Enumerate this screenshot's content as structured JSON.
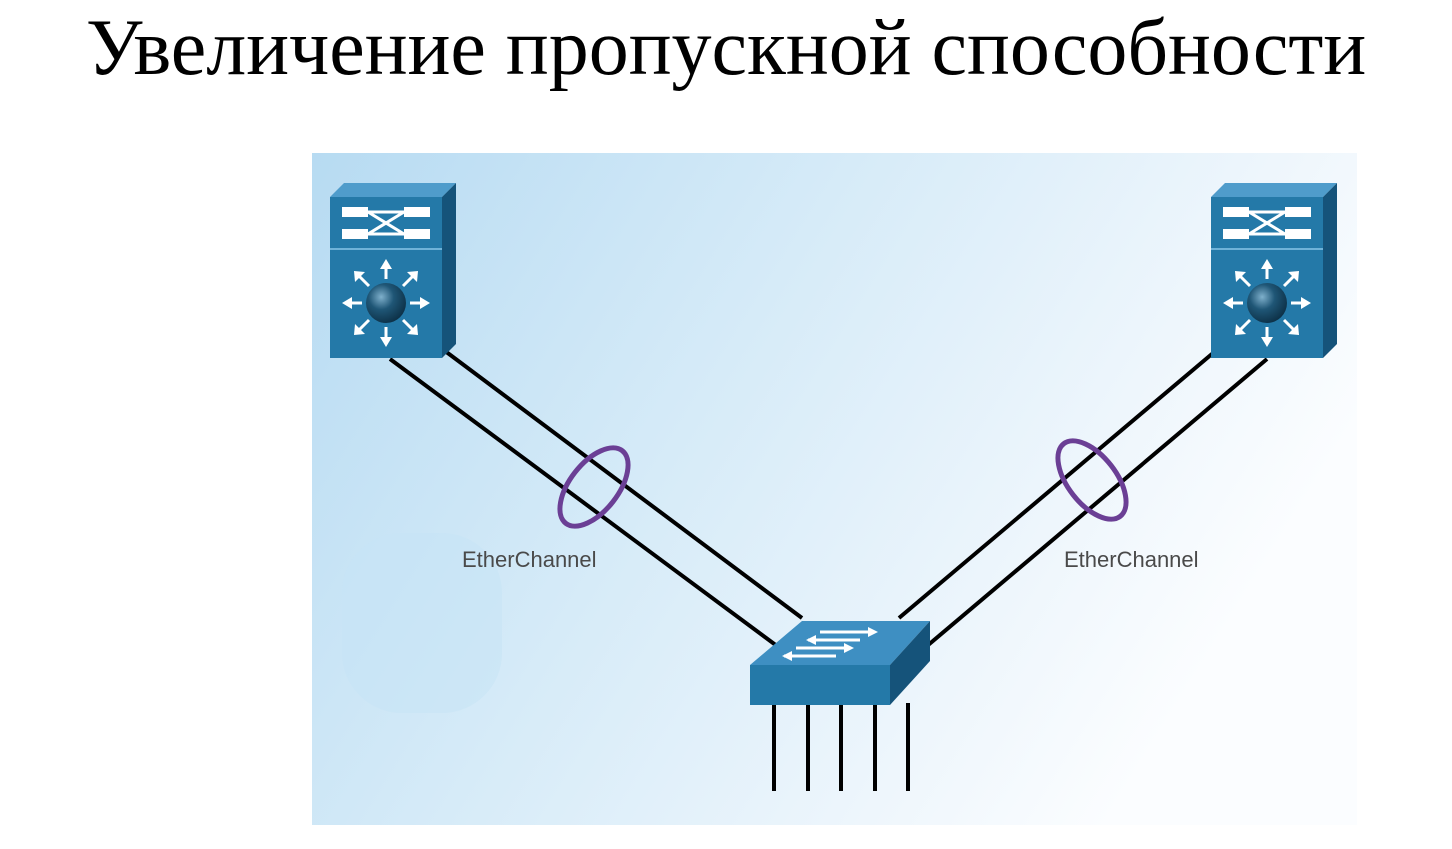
{
  "slide": {
    "title": "Увеличение пропускной способности"
  },
  "diagram": {
    "left_link_label": "EtherChannel",
    "right_link_label": "EtherChannel",
    "devices": [
      {
        "role": "multilayer-switch",
        "position": "top-left"
      },
      {
        "role": "multilayer-switch",
        "position": "top-right"
      },
      {
        "role": "access-switch",
        "position": "bottom-center"
      }
    ],
    "colors": {
      "background_light": "#f2f8fd",
      "background_blue": "#bfdff3",
      "device_blue": "#2479a8",
      "device_dark": "#1a5f87",
      "etherchannel_ring": "#6b3f95",
      "cable": "#000000"
    }
  }
}
